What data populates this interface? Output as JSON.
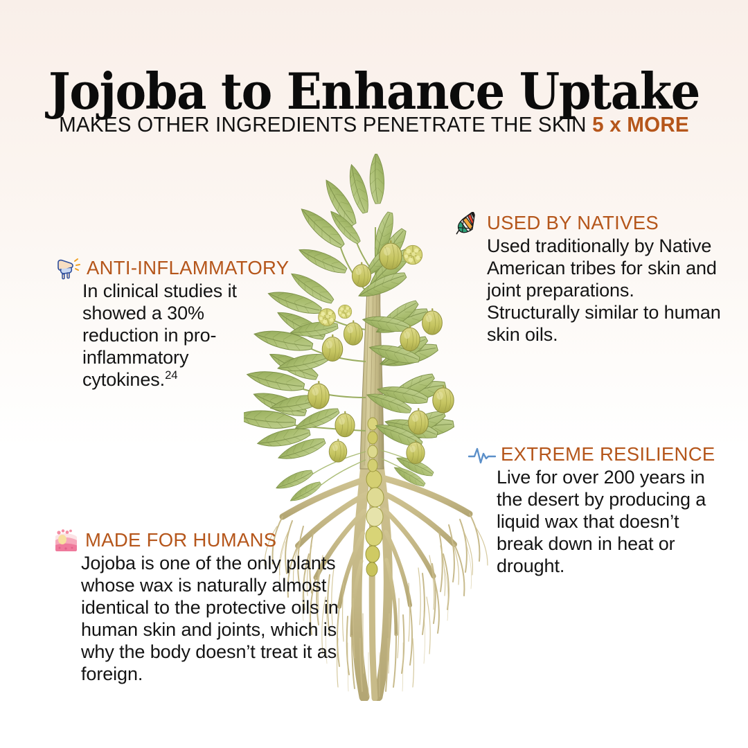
{
  "header": {
    "title": "Jojoba to Enhance Uptake",
    "subtitle_prefix": "MAKES OTHER INGREDIENTS PENETRATE THE SKIN ",
    "subtitle_highlight": "5 x MORE"
  },
  "colors": {
    "accent_orange": "#b5561b",
    "body_text": "#141414",
    "background_top": "#f9efe9",
    "background_bottom": "#ffffff",
    "icon_blue": "#5b8fc9",
    "leaf_green": "#a8bd72",
    "root_tan": "#cfc18a"
  },
  "illustration": {
    "name": "jojoba-plant-botanical-illustration",
    "description": "Botanical illustration of a jojoba shrub with green leaves, yellow-green seed pods and a deep fibrous root system"
  },
  "facts": [
    {
      "id": "anti-inflammatory",
      "icon": "knee-joint-impact-icon",
      "title": "ANTI-INFLAMMATORY",
      "body": "In clinical studies it showed a 30% reduction in pro-inflammatory cytokines.",
      "reference": "24"
    },
    {
      "id": "used-by-natives",
      "icon": "feather-icon",
      "title": "USED BY NATIVES",
      "body": "Used traditionally by Native American tribes for skin and joint preparations. Structurally similar to human skin oils."
    },
    {
      "id": "extreme-resilience",
      "icon": "pulse-line-icon",
      "title": "EXTREME RESILIENCE",
      "body": "Live for over 200 years in the desert by producing a liquid wax that doesn’t break down in heat or drought."
    },
    {
      "id": "made-for-humans",
      "icon": "skin-layers-icon",
      "title": "MADE FOR HUMANS",
      "body": "Jojoba is one of the only plants whose wax is naturally almost identical to the protective oils in human skin and joints, which is why the body doesn’t treat it as foreign."
    }
  ]
}
